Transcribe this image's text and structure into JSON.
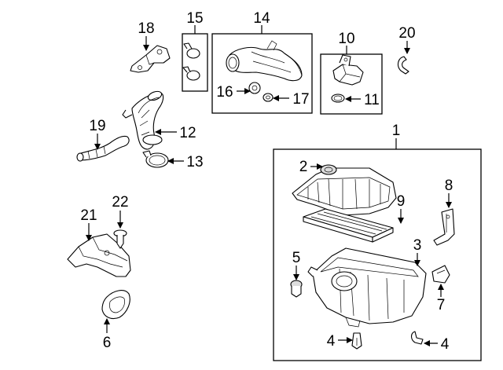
{
  "callouts": {
    "n1": "1",
    "n2": "2",
    "n3": "3",
    "n4a": "4",
    "n4b": "4",
    "n5": "5",
    "n6": "6",
    "n7": "7",
    "n8": "8",
    "n9": "9",
    "n10": "10",
    "n11": "11",
    "n12": "12",
    "n13": "13",
    "n14": "14",
    "n15": "15",
    "n16": "16",
    "n17": "17",
    "n18": "18",
    "n19": "19",
    "n20": "20",
    "n21": "21",
    "n22": "22"
  },
  "style": {
    "line_color": "#000000",
    "background": "#ffffff",
    "part_shade": "#dcdcdc"
  }
}
